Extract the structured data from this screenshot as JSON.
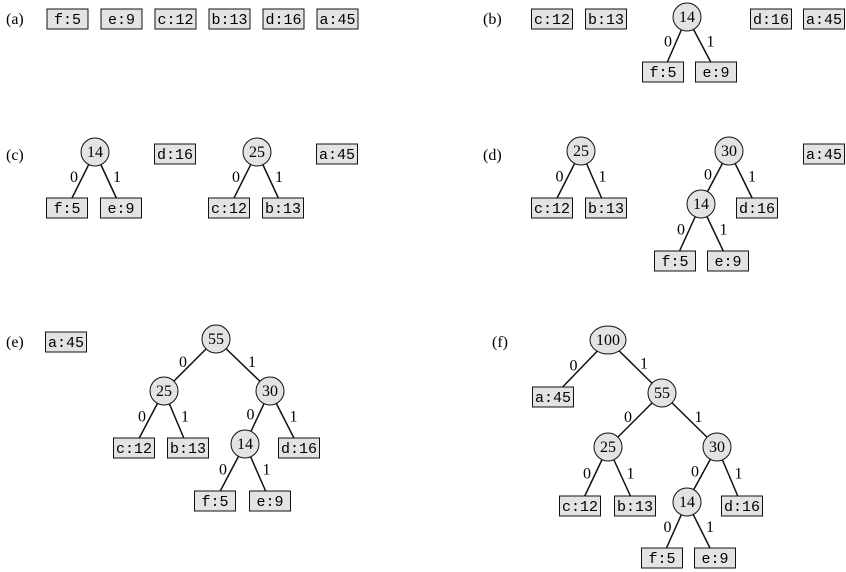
{
  "colors": {
    "node_fill": "#e3e3e3",
    "stroke": "#111111"
  },
  "panels": [
    {
      "label": "(a)",
      "nodes": [
        {
          "text": "f:5",
          "kind": "leaf"
        },
        {
          "text": "e:9",
          "kind": "leaf"
        },
        {
          "text": "c:12",
          "kind": "leaf"
        },
        {
          "text": "b:13",
          "kind": "leaf"
        },
        {
          "text": "d:16",
          "kind": "leaf"
        },
        {
          "text": "a:45",
          "kind": "leaf"
        }
      ],
      "edges": []
    },
    {
      "label": "(b)",
      "nodes": [
        {
          "text": "c:12",
          "kind": "leaf"
        },
        {
          "text": "b:13",
          "kind": "leaf"
        },
        {
          "text": "14",
          "kind": "internal"
        },
        {
          "text": "f:5",
          "kind": "leaf"
        },
        {
          "text": "e:9",
          "kind": "leaf"
        },
        {
          "text": "d:16",
          "kind": "leaf"
        },
        {
          "text": "a:45",
          "kind": "leaf"
        }
      ],
      "edges": [
        [
          2,
          3,
          "0"
        ],
        [
          2,
          4,
          "1"
        ]
      ]
    },
    {
      "label": "(c)",
      "nodes": [
        {
          "text": "14",
          "kind": "internal"
        },
        {
          "text": "f:5",
          "kind": "leaf"
        },
        {
          "text": "e:9",
          "kind": "leaf"
        },
        {
          "text": "d:16",
          "kind": "leaf"
        },
        {
          "text": "25",
          "kind": "internal"
        },
        {
          "text": "c:12",
          "kind": "leaf"
        },
        {
          "text": "b:13",
          "kind": "leaf"
        },
        {
          "text": "a:45",
          "kind": "leaf"
        }
      ],
      "edges": [
        [
          0,
          1,
          "0"
        ],
        [
          0,
          2,
          "1"
        ],
        [
          4,
          5,
          "0"
        ],
        [
          4,
          6,
          "1"
        ]
      ]
    },
    {
      "label": "(d)",
      "nodes": [
        {
          "text": "25",
          "kind": "internal"
        },
        {
          "text": "c:12",
          "kind": "leaf"
        },
        {
          "text": "b:13",
          "kind": "leaf"
        },
        {
          "text": "30",
          "kind": "internal"
        },
        {
          "text": "14",
          "kind": "internal"
        },
        {
          "text": "d:16",
          "kind": "leaf"
        },
        {
          "text": "f:5",
          "kind": "leaf"
        },
        {
          "text": "e:9",
          "kind": "leaf"
        },
        {
          "text": "a:45",
          "kind": "leaf"
        }
      ],
      "edges": [
        [
          0,
          1,
          "0"
        ],
        [
          0,
          2,
          "1"
        ],
        [
          3,
          4,
          "0"
        ],
        [
          3,
          5,
          "1"
        ],
        [
          4,
          6,
          "0"
        ],
        [
          4,
          7,
          "1"
        ]
      ]
    },
    {
      "label": "(e)",
      "nodes": [
        {
          "text": "a:45",
          "kind": "leaf"
        },
        {
          "text": "55",
          "kind": "internal"
        },
        {
          "text": "25",
          "kind": "internal"
        },
        {
          "text": "30",
          "kind": "internal"
        },
        {
          "text": "c:12",
          "kind": "leaf"
        },
        {
          "text": "b:13",
          "kind": "leaf"
        },
        {
          "text": "14",
          "kind": "internal"
        },
        {
          "text": "d:16",
          "kind": "leaf"
        },
        {
          "text": "f:5",
          "kind": "leaf"
        },
        {
          "text": "e:9",
          "kind": "leaf"
        }
      ],
      "edges": [
        [
          1,
          2,
          "0"
        ],
        [
          1,
          3,
          "1"
        ],
        [
          2,
          4,
          "0"
        ],
        [
          2,
          5,
          "1"
        ],
        [
          3,
          6,
          "0"
        ],
        [
          3,
          7,
          "1"
        ],
        [
          6,
          8,
          "0"
        ],
        [
          6,
          9,
          "1"
        ]
      ]
    },
    {
      "label": "(f)",
      "nodes": [
        {
          "text": "100",
          "kind": "internal"
        },
        {
          "text": "a:45",
          "kind": "leaf"
        },
        {
          "text": "55",
          "kind": "internal"
        },
        {
          "text": "25",
          "kind": "internal"
        },
        {
          "text": "30",
          "kind": "internal"
        },
        {
          "text": "c:12",
          "kind": "leaf"
        },
        {
          "text": "b:13",
          "kind": "leaf"
        },
        {
          "text": "14",
          "kind": "internal"
        },
        {
          "text": "d:16",
          "kind": "leaf"
        },
        {
          "text": "f:5",
          "kind": "leaf"
        },
        {
          "text": "e:9",
          "kind": "leaf"
        }
      ],
      "edges": [
        [
          0,
          1,
          "0"
        ],
        [
          0,
          2,
          "1"
        ],
        [
          2,
          3,
          "0"
        ],
        [
          2,
          4,
          "1"
        ],
        [
          3,
          5,
          "0"
        ],
        [
          3,
          6,
          "1"
        ],
        [
          4,
          7,
          "0"
        ],
        [
          4,
          8,
          "1"
        ],
        [
          7,
          9,
          "0"
        ],
        [
          7,
          10,
          "1"
        ]
      ]
    }
  ]
}
